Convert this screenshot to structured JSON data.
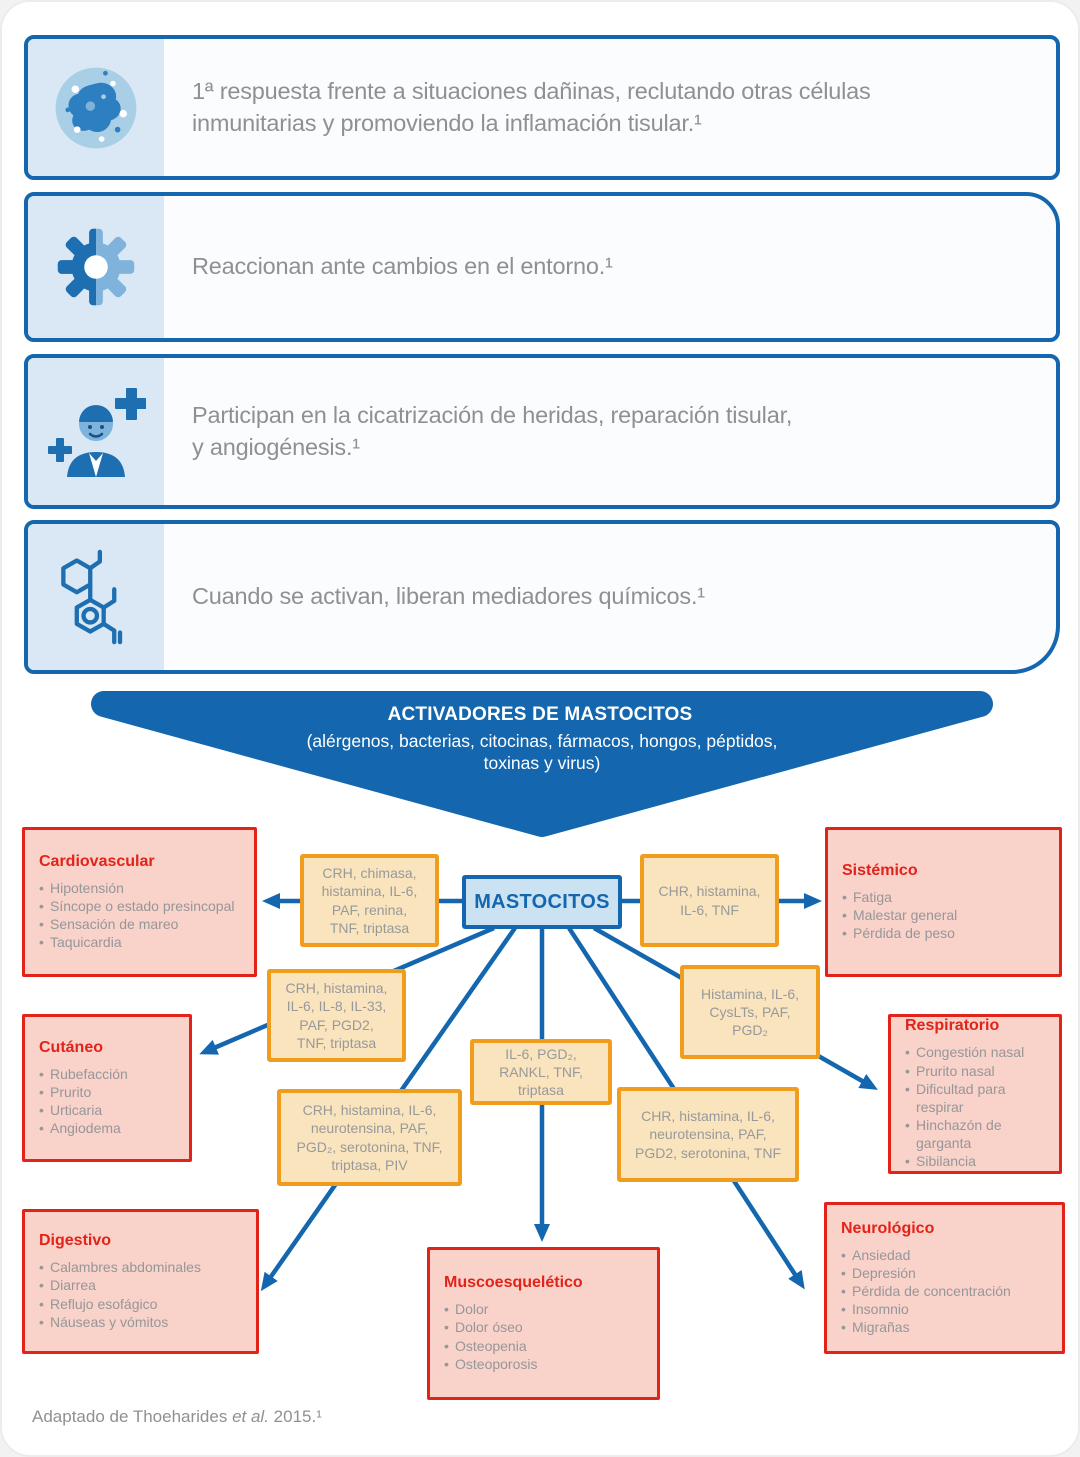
{
  "features": [
    {
      "icon": "mast-cell-icon",
      "text": "1ª respuesta frente a situaciones dañinas, reclutando otras células inmunitarias y promoviendo la inflamación tisular.¹"
    },
    {
      "icon": "gear-icon",
      "text": "Reaccionan ante cambios en el entorno.¹"
    },
    {
      "icon": "person-health-icon",
      "text": "Participan en la cicatrización de heridas, reparación tisular, y angiogénesis.¹"
    },
    {
      "icon": "molecule-icon",
      "text": "Cuando se activan, liberan mediadores químicos.¹"
    }
  ],
  "activators": {
    "title": "ACTIVADORES DE MASTOCITOS",
    "subtitle": "(alérgenos, bacterias, citocinas, fármacos, hongos, péptidos, toxinas y virus)"
  },
  "diagram": {
    "center_label": "MASTOCITOS",
    "mediator_boxes": [
      {
        "target": "cardiovascular",
        "text": "CRH, chimasa, histamina, IL-6, PAF, renina, TNF, triptasa"
      },
      {
        "target": "sistemico",
        "text": "CHR, histamina, IL-6, TNF"
      },
      {
        "target": "cutaneo",
        "text": "CRH, histamina, IL-6, IL-8, IL-33, PAF, PGD2, TNF, triptasa"
      },
      {
        "target": "respiratorio",
        "text": "Histamina, IL-6, CysLTs, PAF, PGD₂"
      },
      {
        "target": "muscoesqueletico",
        "text": "IL-6, PGD₂, RANKL, TNF, triptasa"
      },
      {
        "target": "digestivo",
        "text": "CRH, histamina, IL-6, neurotensina, PAF, PGD₂, serotonina, TNF, triptasa, PIV"
      },
      {
        "target": "neurologico",
        "text": "CHR, histamina, IL-6, neurotensina, PAF, PGD2, serotonina, TNF"
      }
    ],
    "systems": [
      {
        "title": "Cardiovascular",
        "items": [
          "Hipotensión",
          "Síncope o estado presincopal",
          "Sensación de mareo",
          "Taquicardia"
        ]
      },
      {
        "title": "Sistémico",
        "items": [
          "Fatiga",
          "Malestar general",
          "Pérdida de peso"
        ]
      },
      {
        "title": "Cutáneo",
        "items": [
          "Rubefacción",
          "Prurito",
          "Urticaria",
          "Angiodema"
        ]
      },
      {
        "title": "Respiratorio",
        "items": [
          "Congestión nasal",
          "Prurito nasal",
          "Dificultad para respirar",
          "Hinchazón de garganta",
          "Sibilancia"
        ]
      },
      {
        "title": "Digestivo",
        "items": [
          "Calambres abdominales",
          "Diarrea",
          "Reflujo esofágico",
          "Náuseas y vómitos"
        ]
      },
      {
        "title": "Muscoesquelético",
        "items": [
          "Dolor",
          "Dolor óseo",
          "Osteopenia",
          "Osteoporosis"
        ]
      },
      {
        "title": "Neurológico",
        "items": [
          "Ansiedad",
          "Depresión",
          "Pérdida de concentración",
          "Insomnio",
          "Migrañas"
        ]
      }
    ]
  },
  "footer": {
    "prefix": "Adaptado de Thoeharides ",
    "italic": "et al.",
    "suffix": " 2015.¹"
  },
  "colors": {
    "primary_blue": "#1467ae",
    "icon_blue_dark": "#1e6fb2",
    "icon_blue_light": "#7fb3dc",
    "icon_panel_blue": "#d9e8f4",
    "center_fill": "#cbe2f3",
    "orange_border": "#f09c1c",
    "orange_fill": "#fae4bd",
    "red_border": "#e2231a",
    "red_fill": "#f9d2c9",
    "text_gray": "#8e9093"
  }
}
